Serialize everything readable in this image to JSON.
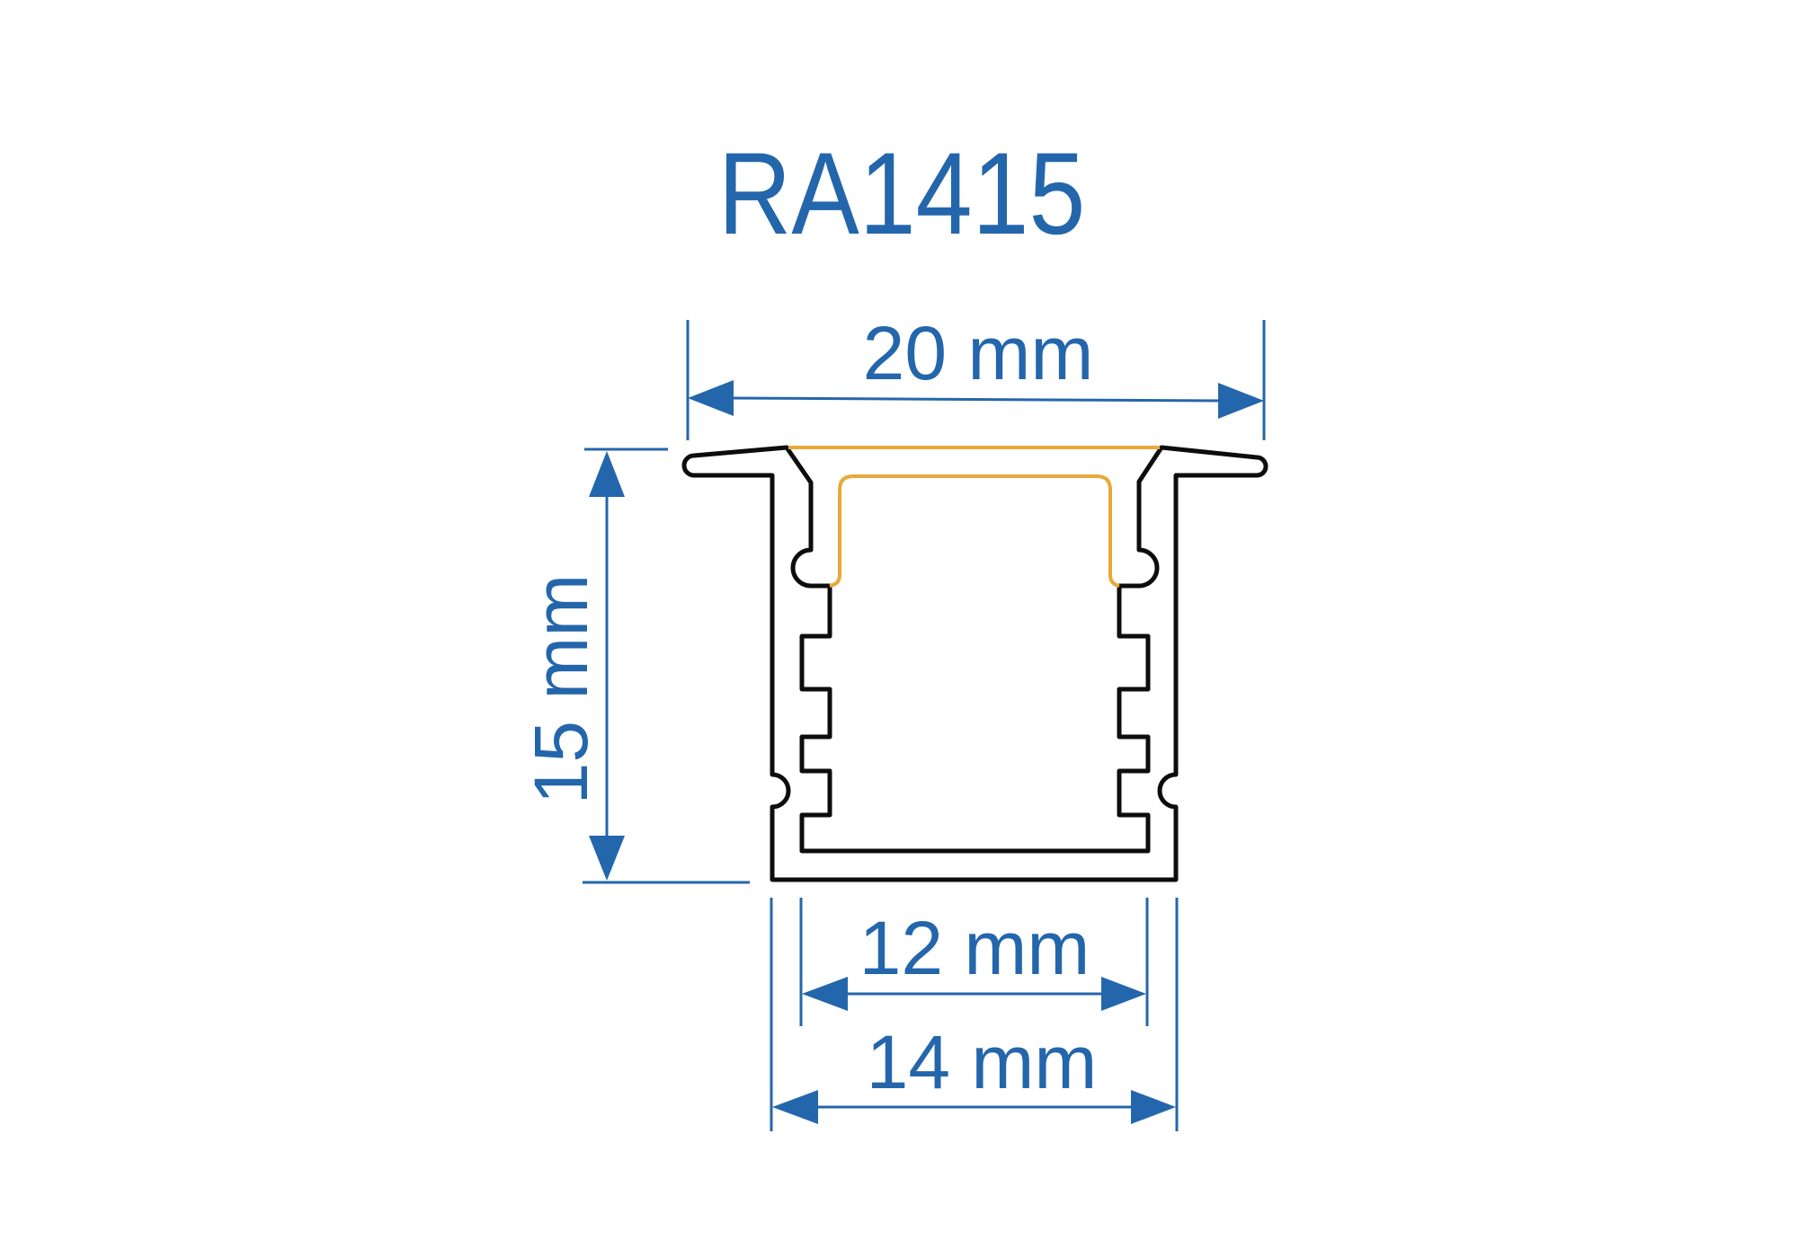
{
  "title": "RA1415",
  "colors": {
    "annotation": "#2466ab",
    "profile_outline": "#0d0d0d",
    "led_strip": "#e8a93a",
    "background": "#ffffff"
  },
  "dimensions": {
    "overall_width": {
      "value": 20,
      "unit": "mm",
      "label": "20 mm"
    },
    "height": {
      "value": 15,
      "unit": "mm",
      "label": "15 mm"
    },
    "inner_width": {
      "value": 12,
      "unit": "mm",
      "label": "12 mm"
    },
    "body_width": {
      "value": 14,
      "unit": "mm",
      "label": "14 mm"
    }
  }
}
